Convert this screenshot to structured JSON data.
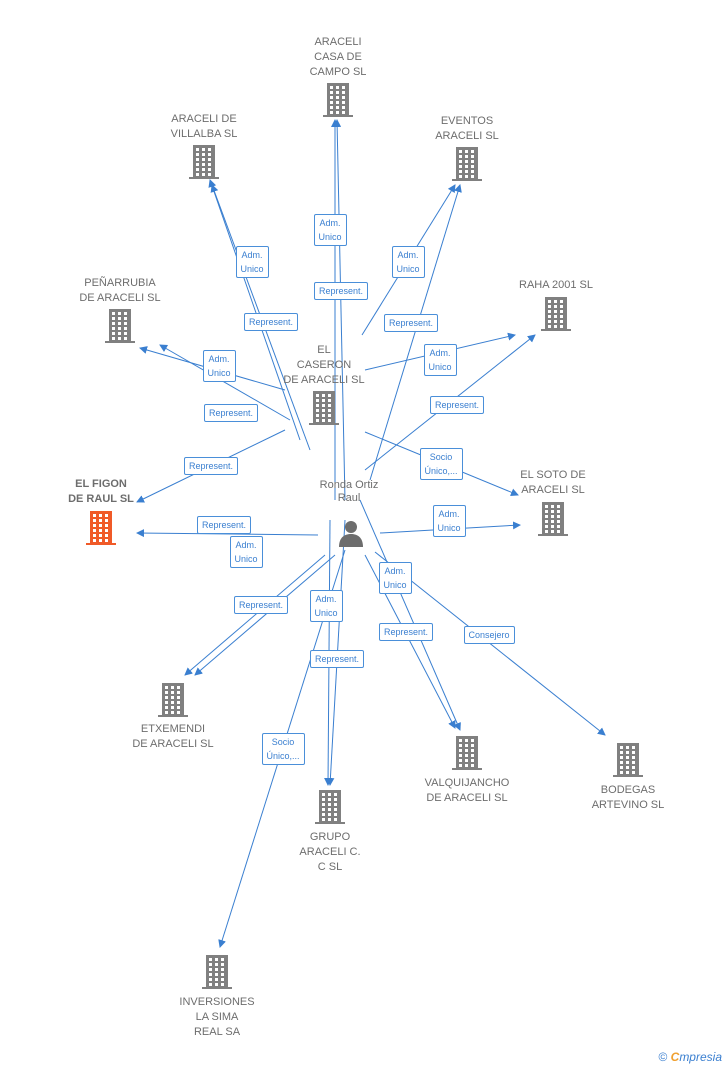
{
  "colors": {
    "edge": "#3a7fd0",
    "building": "#808080",
    "highlight": "#f05a28",
    "label": "#6d6d6d"
  },
  "center": {
    "name": "Ronda Ortiz\nRaul",
    "icon": "person-icon"
  },
  "nodes": [
    {
      "id": "araceli-casa",
      "label": "ARACELI\nCASA DE\nCAMPO SL",
      "highlight": false
    },
    {
      "id": "araceli-villalba",
      "label": "ARACELI DE\nVILLALBA SL",
      "highlight": false
    },
    {
      "id": "eventos",
      "label": "EVENTOS\nARACELI SL",
      "highlight": false
    },
    {
      "id": "penarrubia",
      "label": "PEÑARRUBIA\nDE ARACELI SL",
      "highlight": false
    },
    {
      "id": "raha",
      "label": "RAHA 2001 SL",
      "highlight": false
    },
    {
      "id": "caseron",
      "label": "EL\nCASERON\nDE ARACELI SL",
      "highlight": false
    },
    {
      "id": "figon",
      "label": "EL FIGON\nDE RAUL SL",
      "highlight": true
    },
    {
      "id": "soto",
      "label": "EL SOTO DE\nARACELI SL",
      "highlight": false
    },
    {
      "id": "etxemendi",
      "label": "ETXEMENDI\nDE ARACELI SL",
      "highlight": false
    },
    {
      "id": "valquijancho",
      "label": "VALQUIJANCHO\nDE ARACELI SL",
      "highlight": false
    },
    {
      "id": "bodegas",
      "label": "BODEGAS\nARTEVINO SL",
      "highlight": false
    },
    {
      "id": "grupo",
      "label": "GRUPO\nARACELI C.\nC SL",
      "highlight": false
    },
    {
      "id": "inversiones",
      "label": "INVERSIONES\nLA SIMA\nREAL SA",
      "highlight": false
    }
  ],
  "edge_labels": [
    {
      "text": "Adm.\nUnico"
    },
    {
      "text": "Represent."
    },
    {
      "text": "Adm.\nUnico"
    },
    {
      "text": "Represent."
    },
    {
      "text": "Adm.\nUnico"
    },
    {
      "text": "Represent."
    },
    {
      "text": "Adm.\nUnico"
    },
    {
      "text": "Represent."
    },
    {
      "text": "Adm.\nUnico"
    },
    {
      "text": "Represent."
    },
    {
      "text": "Socio\nÚnico,..."
    },
    {
      "text": "Adm.\nUnico"
    },
    {
      "text": "Represent."
    },
    {
      "text": "Represent."
    },
    {
      "text": "Adm.\nUnico"
    },
    {
      "text": "Represent."
    },
    {
      "text": "Adm.\nUnico"
    },
    {
      "text": "Represent."
    },
    {
      "text": "Adm.\nUnico"
    },
    {
      "text": "Represent."
    },
    {
      "text": "Consejero"
    },
    {
      "text": "Socio\nÚnico,..."
    },
    {
      "text": "Represent."
    }
  ],
  "footer": {
    "copyright": "©",
    "brand_initial": "C",
    "brand_rest": "mpresia"
  }
}
